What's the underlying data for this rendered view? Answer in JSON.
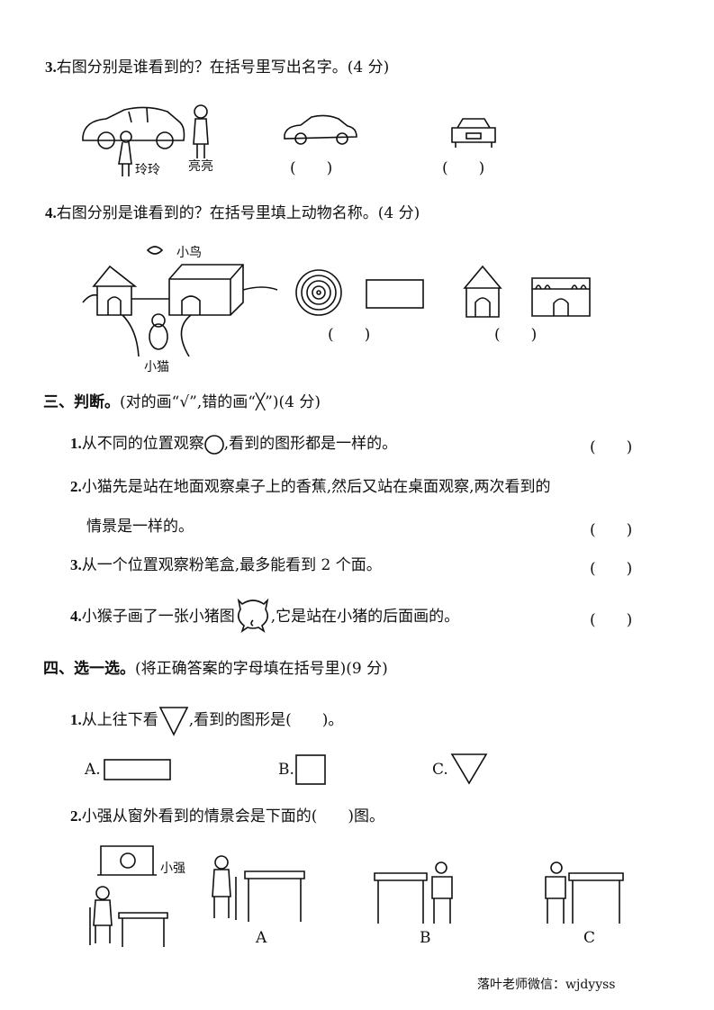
{
  "q3": {
    "number": "3.",
    "text": "右图分别是谁看到的？在括号里写出名字。(4 分)",
    "labels": [
      "玲玲",
      "亮亮"
    ],
    "blanks": [
      "(　　)",
      "(　　)"
    ]
  },
  "q4": {
    "number": "4.",
    "text": "右图分别是谁看到的？在括号里填上动物名称。(4 分)",
    "labels": [
      "小鸟",
      "小猫"
    ],
    "blanks": [
      "(　　)",
      "(　　)"
    ]
  },
  "section3": {
    "title": "三、判断。",
    "instruction": "(对的画“√”,错的画“╳”)(4 分)",
    "items": [
      {
        "number": "1.",
        "text_before": "从不同的位置观察",
        "text_after": ",看到的图形都是一样的。",
        "blank": "(　　)"
      },
      {
        "number": "2.",
        "text_before": "小猫先是站在地面观察桌子上的香蕉,然后又站在桌面观察,两次看到的",
        "text_after": "情景是一样的。",
        "blank": "(　　)"
      },
      {
        "number": "3.",
        "text_before": "从一个位置观察粉笔盒,最多能看到 2 个面。",
        "text_after": "",
        "blank": "(　　)"
      },
      {
        "number": "4.",
        "text_before": "小猴子画了一张小猪图",
        "text_after": ",它是站在小猪的后面画的。",
        "blank": "(　　)"
      }
    ]
  },
  "section4": {
    "title": "四、选一选。",
    "instruction": "(将正确答案的字母填在括号里)(9 分)",
    "q1": {
      "number": "1.",
      "text_before": "从上往下看",
      "text_after": ",看到的图形是(　　)。",
      "options": [
        "A.",
        "B.",
        "C."
      ]
    },
    "q2": {
      "number": "2.",
      "text": "小强从窗外看到的情景会是下面的(　　)图。",
      "label": "小强",
      "options": [
        "A",
        "B",
        "C"
      ]
    }
  },
  "footer": {
    "text": "落叶老师微信：wjdyyss"
  }
}
